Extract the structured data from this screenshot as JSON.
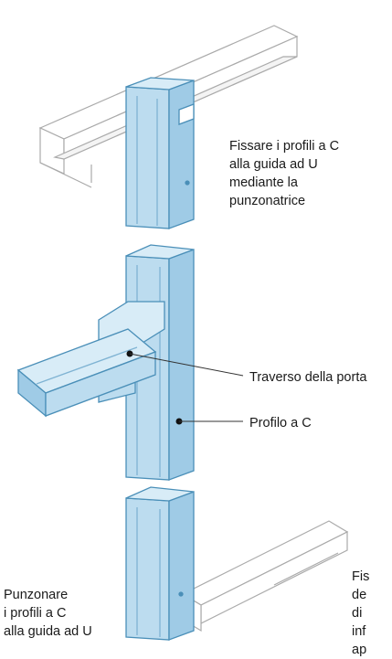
{
  "labels": {
    "fix_top": "Fissare i profili a C\nalla guida ad U\nmediante la\npunzonatrice",
    "traverso": "Traverso della porta",
    "profilo": "Profilo a C",
    "punzonare": "Punzonare\ni profili a C\nalla guida ad U",
    "fix_bottom_partial": "Fis\nde\ndi\ninf\nap"
  },
  "colors": {
    "profile_fill": "#bcdcef",
    "profile_shade": "#9fcbe6",
    "profile_stroke": "#4a8fb8",
    "track_stroke": "#aaaaaa",
    "callout": "#333333"
  }
}
